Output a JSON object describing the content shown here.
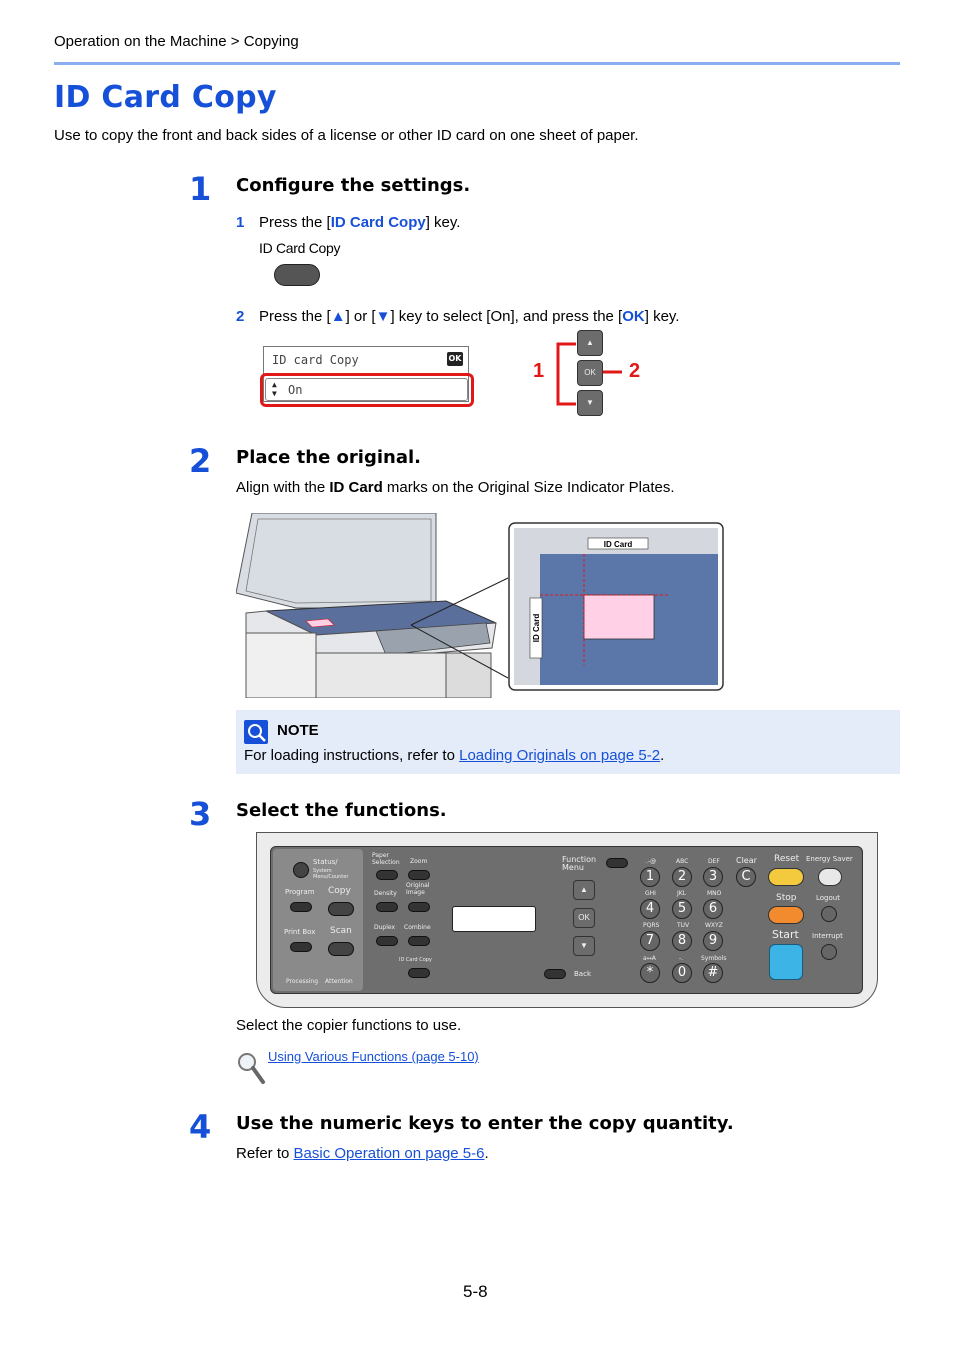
{
  "header": {
    "breadcrumb": "Operation on the Machine > Copying"
  },
  "page": {
    "title": "ID Card Copy",
    "intro": "Use to copy the front and back sides of a license or other ID card on one sheet of paper.",
    "page_number": "5-8"
  },
  "steps": [
    {
      "number": "1",
      "title": "Configure the settings.",
      "substeps": [
        {
          "number": "1",
          "pre": "Press the [",
          "key": "ID Card Copy",
          "post": "] key.",
          "key_caption": "ID Card Copy"
        },
        {
          "number": "2",
          "pre": "Press the [",
          "up": "▲",
          "mid1": "] or [",
          "down": "▼",
          "mid2": "] key to select [On], and press the [",
          "ok": "OK",
          "post": "] key."
        }
      ],
      "lcd": {
        "line1": "ID card Copy",
        "ok_badge": "OK",
        "line2": "On"
      },
      "callouts": [
        "1",
        "2"
      ]
    },
    {
      "number": "2",
      "title": "Place the original.",
      "text_pre": "Align with the ",
      "text_bold": "ID Card",
      "text_post": " marks on the Original Size Indicator Plates.",
      "plate_label_top": "ID Card",
      "plate_label_side": "ID Card"
    },
    {
      "number": "3",
      "title": "Select the functions.",
      "caption": "Select the copier functions to use.",
      "ref_link": "Using Various Functions (page 5-10)"
    },
    {
      "number": "4",
      "title": "Use the numeric keys to enter the copy quantity.",
      "text_pre": "Refer to ",
      "link": "Basic Operation on page 5-6",
      "text_post": "."
    }
  ],
  "note": {
    "title": "NOTE",
    "text_pre": "For loading instructions, refer to ",
    "link": "Loading Originals on page 5-2",
    "text_post": "."
  },
  "panel": {
    "left_labels": [
      "Status/",
      "System Menu/Counter",
      "Program",
      "Copy",
      "Print Box",
      "Scan",
      "Processing",
      "Attention"
    ],
    "mid_labels": [
      "Paper Selection",
      "Zoom",
      "Density",
      "Original Image",
      "Duplex",
      "Combine",
      "ID Card Copy"
    ],
    "nav_labels": [
      "Function Menu",
      "Back"
    ],
    "numeric_keys": [
      "1",
      "2",
      "3",
      "4",
      "5",
      "6",
      "7",
      "8",
      "9",
      "*",
      "0",
      "#"
    ],
    "numeric_subs": [
      ".-@",
      "ABC",
      "DEF",
      "GHI",
      "JKL",
      "MNO",
      "PQRS",
      "TUV",
      "WXYZ",
      "a↔A",
      "-.",
      "Symbols"
    ],
    "right_labels": [
      "Clear",
      "Reset",
      "Energy Saver",
      "Stop",
      "Logout",
      "Start",
      "Interrupt"
    ]
  },
  "colors": {
    "accent": "#1750d8",
    "rule": "#8aaef0",
    "note_bg": "#e4ebf9",
    "highlight_red": "#e01818"
  }
}
